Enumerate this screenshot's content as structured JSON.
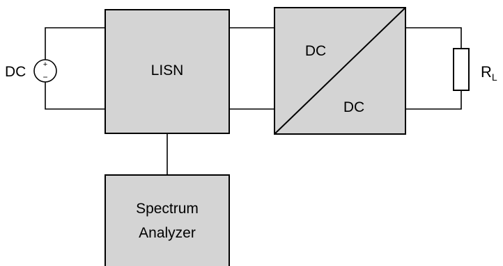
{
  "source": {
    "label": "DC",
    "plus_sign": "+",
    "minus_sign": "−"
  },
  "lisn": {
    "label": "LISN"
  },
  "converter": {
    "input_label": "DC",
    "output_label": "DC"
  },
  "load": {
    "label": "R",
    "subscript": "L"
  },
  "analyzer": {
    "line1": "Spectrum",
    "line2": "Analyzer"
  },
  "colors": {
    "block_fill": "#d4d4d4",
    "line": "#000000",
    "background": "#ffffff"
  }
}
